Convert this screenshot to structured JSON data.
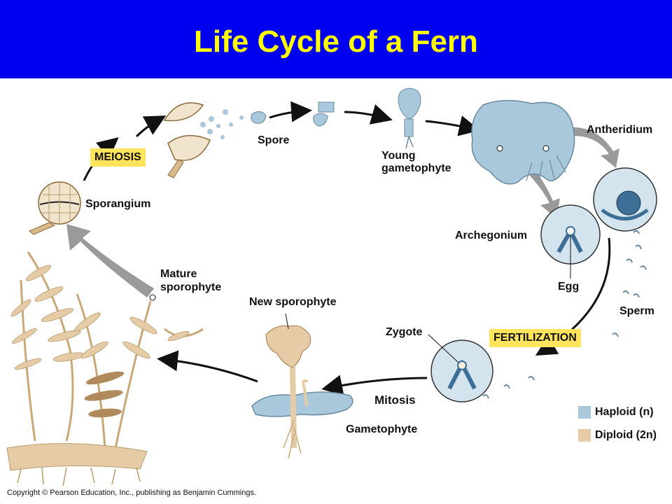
{
  "title": "Life Cycle of a Fern",
  "stages": {
    "spore": "Spore",
    "young_gametophyte_1": "Young",
    "young_gametophyte_2": "gametophyte",
    "antheridium": "Antheridium",
    "archegonium": "Archegonium",
    "egg": "Egg",
    "sperm": "Sperm",
    "zygote": "Zygote",
    "new_sporophyte": "New sporophyte",
    "gametophyte": "Gametophyte",
    "mature_sporophyte_1": "Mature",
    "mature_sporophyte_2": "sporophyte",
    "sporangium": "Sporangium"
  },
  "processes": {
    "meiosis": "MEIOSIS",
    "fertilization": "FERTILIZATION",
    "mitosis": "Mitosis"
  },
  "legend": {
    "haploid": "Haploid (n)",
    "diploid": "Diploid (2n)"
  },
  "colors": {
    "header": "#0000f0",
    "title": "#ffff00",
    "haploid": "#a9c8dc",
    "diploid": "#e6cca6",
    "tag": "#ffe45c"
  },
  "copyright": "Copyright © Pearson Education, Inc., publishing as Benjamin Cummings."
}
